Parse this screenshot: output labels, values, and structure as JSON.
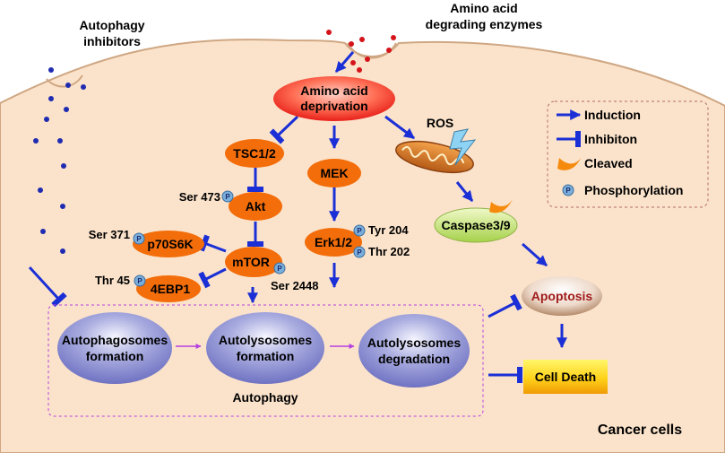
{
  "labels": {
    "autophagy_inhibitors_1": "Autophagy",
    "autophagy_inhibitors_2": "inhibitors",
    "enzymes_1": "Amino acid",
    "enzymes_2": "degrading enzymes",
    "cancer_cells": "Cancer cells"
  },
  "nodes": {
    "amino_acid_1": "Amino acid",
    "amino_acid_2": "deprivation",
    "tsc": "TSC1/2",
    "mek": "MEK",
    "akt": "Akt",
    "erk": "Erk1/2",
    "mtor": "mTOR",
    "p70s6k": "p70S6K",
    "ebp1": "4EBP1",
    "ros": "ROS",
    "caspase": "Caspase3/9",
    "apoptosis": "Apoptosis",
    "cell_death": "Cell Death",
    "autophagy": "Autophagy",
    "autophagosomes_1": "Autophagosomes",
    "autophagosomes_2": "formation",
    "autolysosomes_f_1": "Autolysosomes",
    "autolysosomes_f_2": "formation",
    "autolysosomes_d_1": "Autolysosomes",
    "autolysosomes_d_2": "degradation"
  },
  "sites": {
    "ser473": "Ser 473",
    "ser371": "Ser 371",
    "thr45": "Thr 45",
    "ser2448": "Ser 2448",
    "tyr204": "Tyr 204",
    "thr202": "Thr 202",
    "p": "P"
  },
  "legend": {
    "induction": "Induction",
    "inhibition": "Inhibiton",
    "cleaved": "Cleaved",
    "phosphorylation": "Phosphorylation"
  },
  "colors": {
    "cell": "#fbe3cb",
    "node_orange": "#f36d0a",
    "arrow_blue": "#1b2fd6",
    "arrow_magenta": "#b43fe0",
    "phospho": "#7aaedb"
  }
}
